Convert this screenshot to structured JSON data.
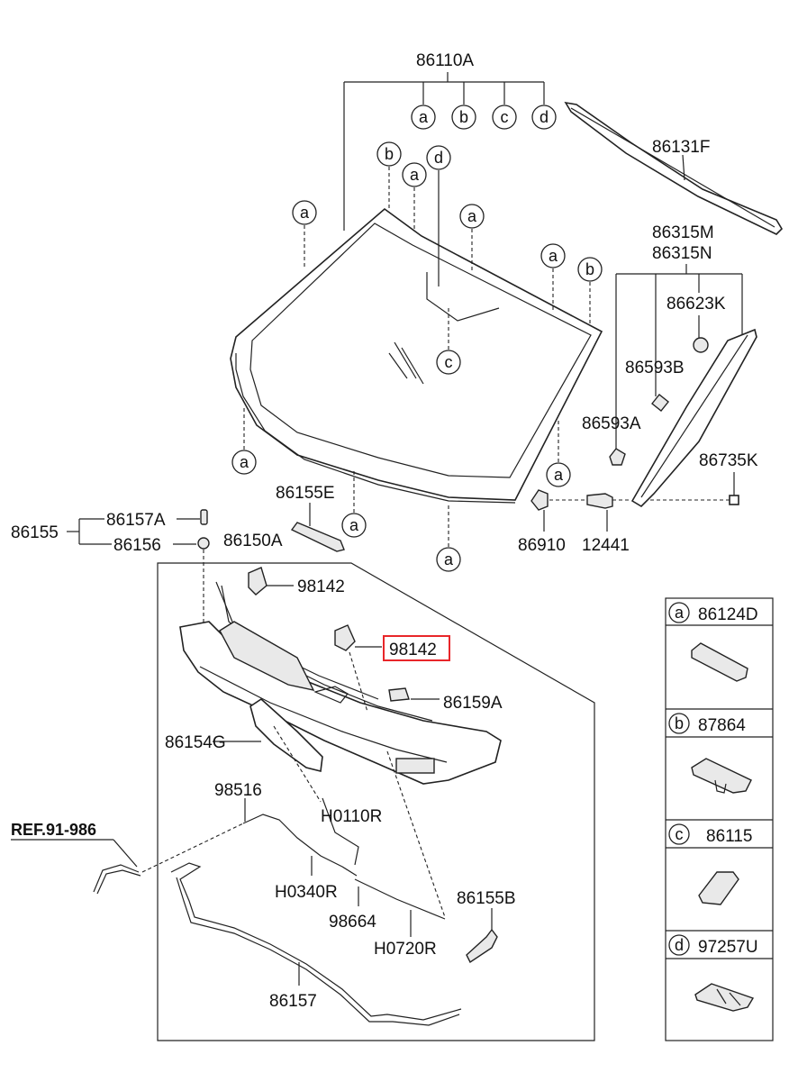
{
  "labels": {
    "p86110A": "86110A",
    "p86131F": "86131F",
    "p86315M": "86315M",
    "p86315N": "86315N",
    "p86623K": "86623K",
    "p86593B": "86593B",
    "p86593A": "86593A",
    "p86735K": "86735K",
    "p86910": "86910",
    "p12441": "12441",
    "p86155E": "86155E",
    "p86157A": "86157A",
    "p86155": "86155",
    "p86156": "86156",
    "p86150A": "86150A",
    "p98142_top": "98142",
    "p98142_sel": "98142",
    "p86159A": "86159A",
    "p86154G": "86154G",
    "p98516": "98516",
    "pH0110R": "H0110R",
    "pH0340R": "H0340R",
    "p98664": "98664",
    "pH0720R": "H0720R",
    "p86155B": "86155B",
    "p86157": "86157",
    "ref": "REF.91-986"
  },
  "bubbles": {
    "a": "a",
    "b": "b",
    "c": "c",
    "d": "d"
  },
  "legend": [
    {
      "letter": "a",
      "part": "86124D"
    },
    {
      "letter": "b",
      "part": "87864"
    },
    {
      "letter": "c",
      "part": "86115"
    },
    {
      "letter": "d",
      "part": "97257U"
    }
  ],
  "colors": {
    "highlight": "#e8262a",
    "line": "#222222"
  }
}
